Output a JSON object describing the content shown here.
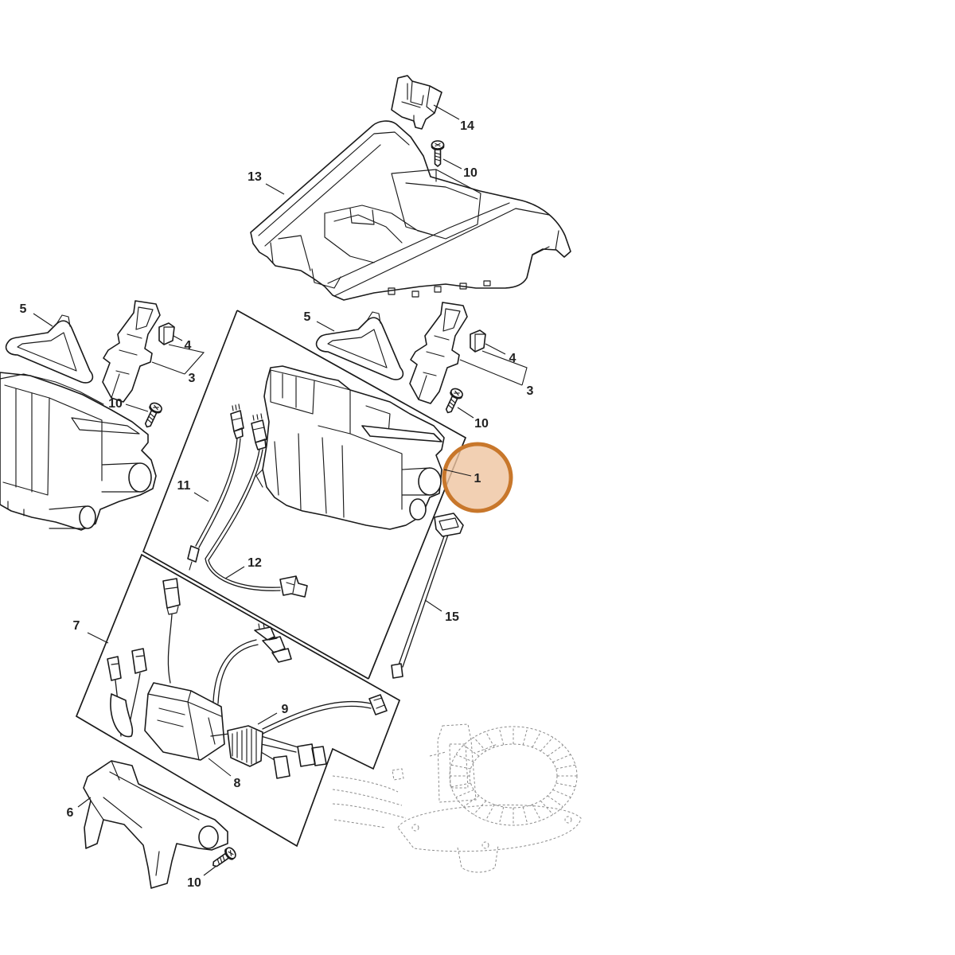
{
  "colors": {
    "background": "#ffffff",
    "line": "#1a1a1a",
    "text": "#222222",
    "ghost_line": "#8c8c8c",
    "highlight_fill": "#efc4a0",
    "highlight_stroke": "#c8772b"
  },
  "callouts": {
    "p14": "14",
    "p10_top": "10",
    "p13": "13",
    "p5_left": "5",
    "p4_left": "4",
    "p3_left": "3",
    "p10_left": "10",
    "p5_center": "5",
    "p4_right": "4",
    "p3_right": "3",
    "p10_right": "10",
    "p1": "1",
    "p11": "11",
    "p12": "12",
    "p15": "15",
    "p7": "7",
    "p9": "9",
    "p8": "8",
    "p6": "6",
    "p10_bottom": "10"
  }
}
